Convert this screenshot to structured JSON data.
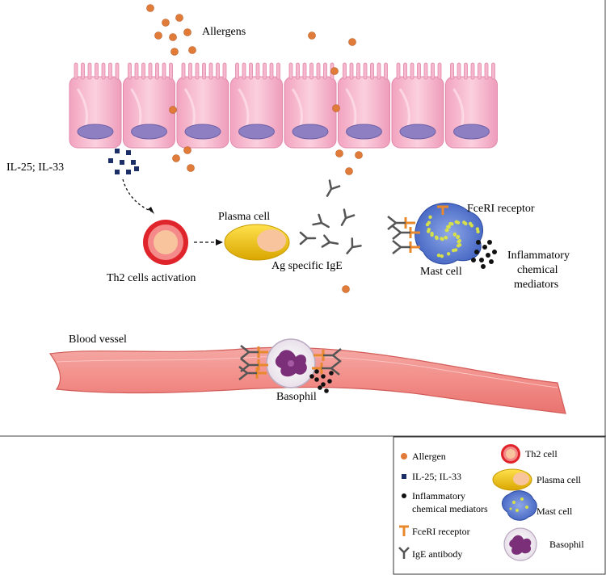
{
  "labels": {
    "allergens": "Allergens",
    "il": "IL-25; IL-33",
    "th2_activation": "Th2 cells activation",
    "plasma_cell": "Plasma cell",
    "ag_specific_ige": "Ag specific IgE",
    "fceri_receptor": "FceRI receptor",
    "mast_cell": "Mast cell",
    "inflammatory_line1": "Inflammatory",
    "inflammatory_line2": "chemical",
    "inflammatory_line3": "mediators",
    "blood_vessel": "Blood vessel",
    "basophil": "Basophil"
  },
  "legend": {
    "allergen": "Allergen",
    "il": "IL-25; IL-33",
    "inflammatory_line1": "Inflammatory",
    "inflammatory_line2": "chemical mediators",
    "fceri": "FceRI receptor",
    "ige": "IgE antibody",
    "th2": "Th2 cell",
    "plasma": "Plasma cell",
    "mast": "Mast cell",
    "basophil": "Basophil"
  },
  "colors": {
    "allergen": "#e07b39",
    "epithelium": "#f6b6cc",
    "nucleus": "#8d7fc1",
    "il": "#1b2f66",
    "th2_ring": "#e0242b",
    "th2_core": "#f7c49e",
    "plasma": "#f2c200",
    "ige": "#555555",
    "receptor": "#e8892e",
    "vessel": "#f28d88",
    "mediator": "#111111"
  }
}
